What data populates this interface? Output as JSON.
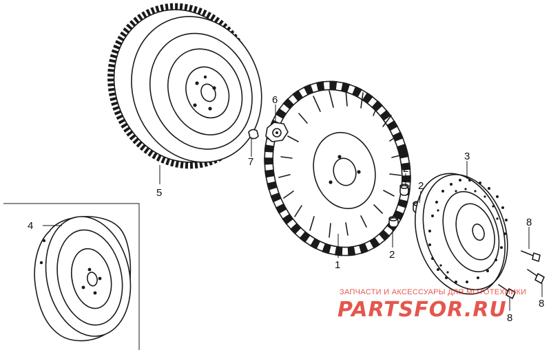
{
  "parts": [
    {
      "id": "1",
      "label": "1"
    },
    {
      "id": "2a",
      "label": "2"
    },
    {
      "id": "2b",
      "label": "2"
    },
    {
      "id": "2c",
      "label": "2"
    },
    {
      "id": "3",
      "label": "3"
    },
    {
      "id": "4",
      "label": "4"
    },
    {
      "id": "5",
      "label": "5"
    },
    {
      "id": "6",
      "label": "6"
    },
    {
      "id": "7",
      "label": "7"
    },
    {
      "id": "8a",
      "label": "8"
    },
    {
      "id": "8b",
      "label": "8"
    },
    {
      "id": "8c",
      "label": "8"
    }
  ],
  "watermark": {
    "caption": "ЗАПЧАСТИ И АКСЕССУАРЫ ДЛЯ МОТОТЕХНИКИ",
    "logo": "PARTSFOR.RU",
    "color": "#e03a2e"
  },
  "colors": {
    "line": "#1a1a1a",
    "background": "#ffffff"
  }
}
